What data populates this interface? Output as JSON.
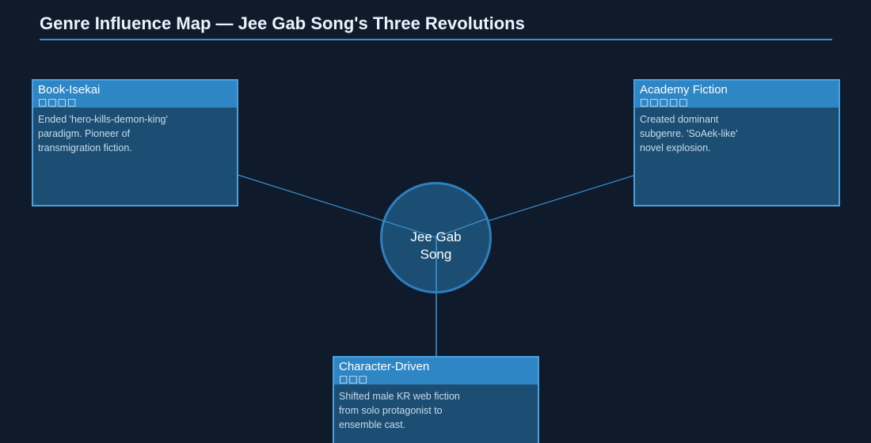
{
  "title": "Genre Influence Map — Jee Gab Song's Three Revolutions",
  "center": {
    "label": "Jee Gab\n Song"
  },
  "nodes": [
    {
      "title": "Book-Isekai",
      "marks": "□□□□",
      "description": "Ended 'hero-kills-demon-king'\nparadigm. Pioneer of\ntransmigration fiction."
    },
    {
      "title": "Academy Fiction",
      "marks": "□□□□□",
      "description": "Created dominant\nsubgenre. 'SoAek-like'\nnovel explosion."
    },
    {
      "title": "Character-Driven",
      "marks": "□□□",
      "description": "Shifted male KR web fiction\nfrom solo protagonist to\nensemble cast."
    }
  ],
  "colors": {
    "background": "#0f1b2b",
    "accent": "#4aa0e0",
    "card_header": "#2f86c5",
    "card_body": "#1c4e73"
  }
}
